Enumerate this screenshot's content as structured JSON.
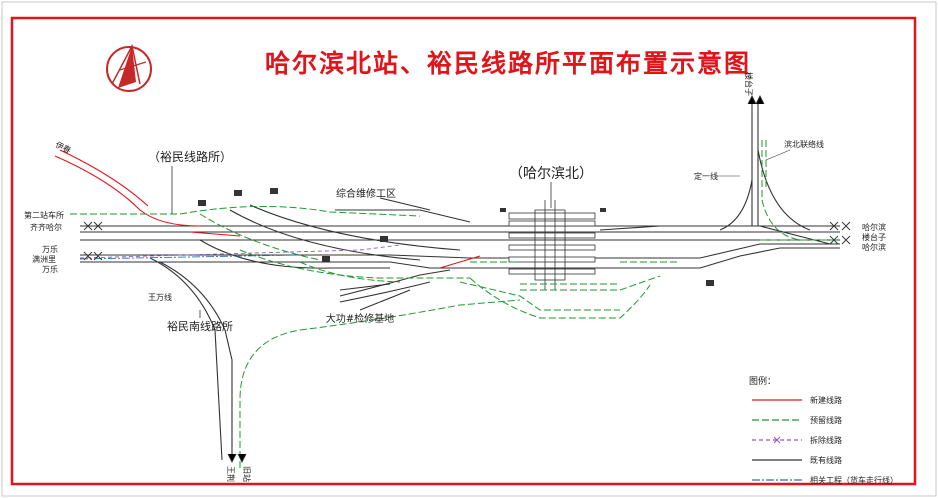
{
  "title": "哈尔滨北站、裕民线路所平面布置示意图",
  "labels": {
    "yumin_station": "（裕民线路所）",
    "harbin_north": "（哈尔滨北）",
    "depot": "综合维修工区",
    "dagong_base": "大功#检修基地",
    "yumin_south": "裕民南线路所",
    "wangwan": "王万线",
    "dingyi_line": "定一线",
    "liangbei_line": "滨北联络线",
    "yichun": "伊春",
    "second_station": "第二站车所",
    "qiqihar": "齐齐哈尔",
    "wanle_top": "万乐",
    "manzhouli": "满洲里",
    "wanle_bottom": "万乐",
    "harbin_right_top": "哈尔滨",
    "lengtaizi_right": "楼台子",
    "harbin_right_bottom": "哈尔滨",
    "lengtaizi_top": "楼台子",
    "wangjing_bottom": "王荆",
    "jiujiang_bottom": "旧站"
  },
  "legend": {
    "title": "图例：",
    "items": [
      {
        "label": "新建线路",
        "color": "#e0141b",
        "dash": "solid"
      },
      {
        "label": "预留线路",
        "color": "#1e9a2e",
        "dash": "long"
      },
      {
        "label": "拆除线路",
        "color": "#8a5cc2",
        "dash": "x"
      },
      {
        "label": "既有线路",
        "color": "#333333",
        "dash": "solid"
      },
      {
        "label": "相关工程（货车走行线）",
        "color": "#2f6fb8",
        "dash": "dashdot"
      }
    ]
  },
  "colors": {
    "frame": "#e0141b",
    "new_line": "#e0141b",
    "reserved_line": "#1e9a2e",
    "removed_line": "#8a5cc2",
    "existing_line": "#333333",
    "freight_line": "#2f6fb8"
  },
  "icons": {
    "compass": "north-arrow-icon"
  }
}
